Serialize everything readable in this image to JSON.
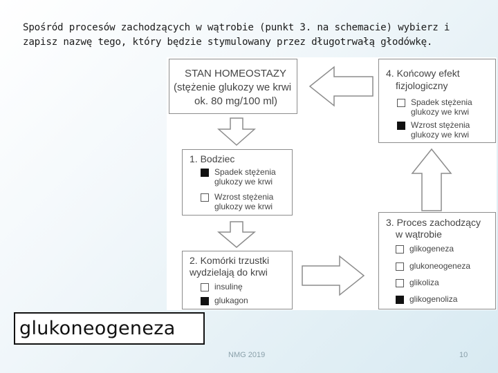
{
  "question": "Spośród procesów zachodzących w wątrobie (punkt 3. na schemacie) wybierz i zapisz nazwę tego, który będzie stymulowany przez długotrwałą głodówkę.",
  "diagram": {
    "homeostasis": {
      "line1": "STAN HOMEOSTAZY",
      "line2": "(stężenie glukozy we krwi",
      "line3": "ok. 80 mg/100 ml)"
    },
    "stimulus": {
      "title": "1. Bodziec",
      "options": [
        {
          "label1": "Spadek stężenia",
          "label2": "glukozy we krwi",
          "checked": true
        },
        {
          "label1": "Wzrost stężenia",
          "label2": "glukozy we krwi",
          "checked": false
        }
      ]
    },
    "pancreas": {
      "title1": "2. Komórki trzustki",
      "title2": "wydzielają do krwi",
      "options": [
        {
          "label": "insulinę",
          "checked": false
        },
        {
          "label": "glukagon",
          "checked": true
        }
      ]
    },
    "liver": {
      "title1": "3. Proces zachodzący",
      "title2": "w wątrobie",
      "options": [
        {
          "label": "glikogeneza",
          "checked": false
        },
        {
          "label": "glukoneogeneza",
          "checked": false
        },
        {
          "label": "glikoliza",
          "checked": false
        },
        {
          "label": "glikogenoliza",
          "checked": true
        }
      ]
    },
    "effect": {
      "title1": "4. Końcowy efekt",
      "title2": "fizjologiczny",
      "options": [
        {
          "label1": "Spadek stężenia",
          "label2": "glukozy we krwi",
          "checked": false
        },
        {
          "label1": "Wzrost stężenia",
          "label2": "glukozy we krwi",
          "checked": true
        }
      ]
    }
  },
  "answer": "glukoneogeneza",
  "footer": {
    "center": "NMG 2019",
    "page": "10"
  }
}
